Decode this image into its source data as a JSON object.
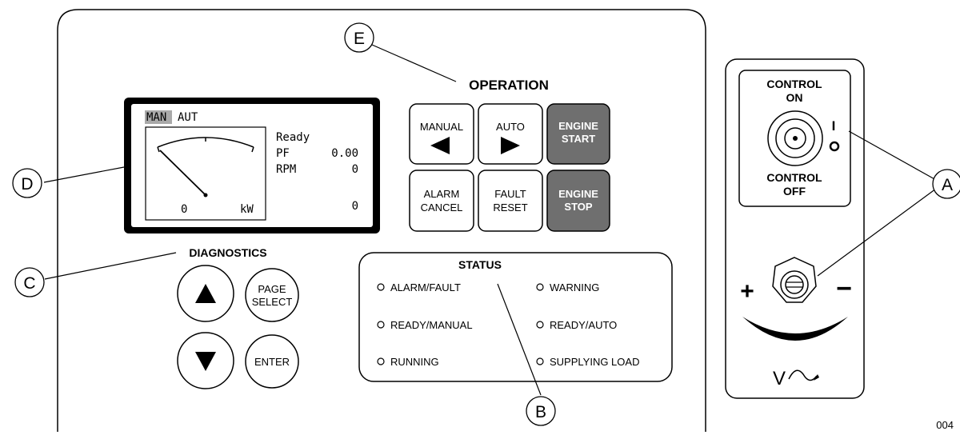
{
  "callouts": {
    "a": "A",
    "b": "B",
    "c": "C",
    "d": "D",
    "e": "E"
  },
  "display": {
    "mode_man": "MAN",
    "mode_aut": "AUT",
    "status": "Ready",
    "pf_label": "PF",
    "pf_value": "0.00",
    "rpm_label": "RPM",
    "rpm_value": "0",
    "kw_value": "0",
    "kw_unit": "kW",
    "aux_value": "0"
  },
  "operation": {
    "title": "OPERATION",
    "manual_label": "MANUAL",
    "auto_label": "AUTO",
    "engine_start_line1": "ENGINE",
    "engine_start_line2": "START",
    "alarm_cancel_line1": "ALARM",
    "alarm_cancel_line2": "CANCEL",
    "fault_reset_line1": "FAULT",
    "fault_reset_line2": "RESET",
    "engine_stop_line1": "ENGINE",
    "engine_stop_line2": "STOP"
  },
  "diagnostics": {
    "title": "DIAGNOSTICS",
    "page_select_line1": "PAGE",
    "page_select_line2": "SELECT",
    "enter_label": "ENTER"
  },
  "status_panel": {
    "title": "STATUS",
    "indicators": [
      "ALARM/FAULT",
      "WARNING",
      "READY/MANUAL",
      "READY/AUTO",
      "RUNNING",
      "SUPPLYING LOAD"
    ]
  },
  "control_panel": {
    "on_line1": "CONTROL",
    "on_line2": "ON",
    "off_line1": "CONTROL",
    "off_line2": "OFF",
    "symbol_on": "I",
    "symbol_off": "O",
    "plus": "+",
    "minus": "−",
    "voltage_symbol": "V"
  },
  "figure_number": "004"
}
